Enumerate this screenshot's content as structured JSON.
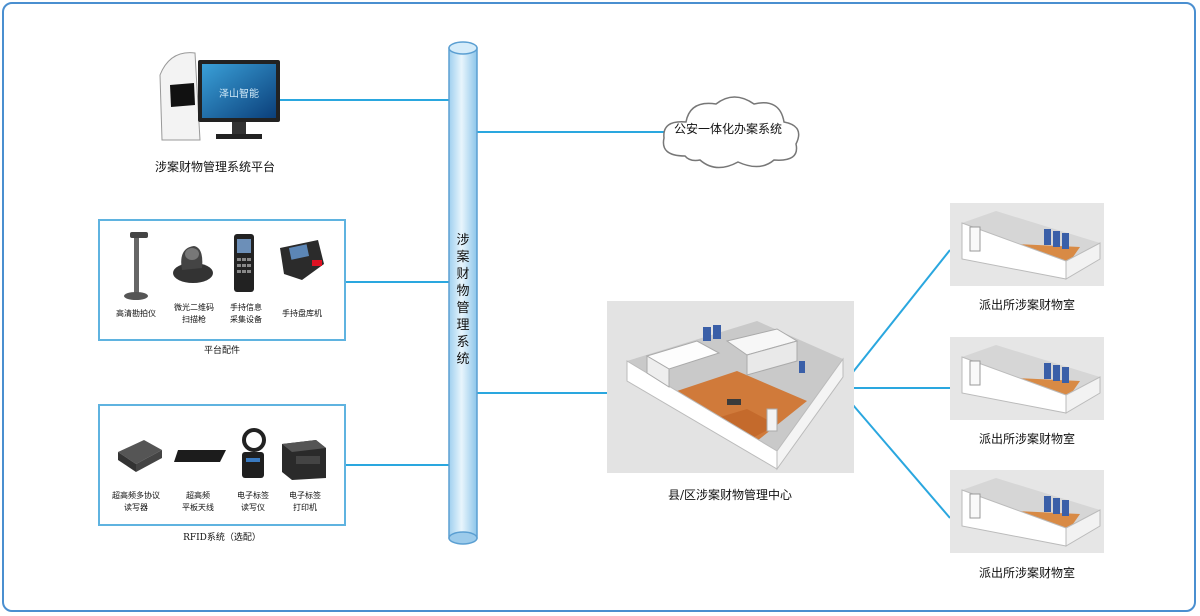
{
  "platform": {
    "label": "涉案财物管理系统平台",
    "screen_logo_text": "泽山智能"
  },
  "bus": {
    "label": "涉案财物管理系统"
  },
  "cloud": {
    "label": "公安一体化办案系统"
  },
  "accessories": {
    "title": "平台配件",
    "devices": [
      {
        "icon": "document-camera-icon",
        "label": "高清勘拍仪"
      },
      {
        "icon": "barcode-scanner-icon",
        "label": "微光二维码\n扫描枪"
      },
      {
        "icon": "handheld-terminal-icon",
        "label": "手持信息\n采集设备"
      },
      {
        "icon": "handheld-inventory-icon",
        "label": "手持盘库机"
      }
    ]
  },
  "rfid": {
    "title": "RFID系统（选配）",
    "devices": [
      {
        "icon": "rfid-reader-icon",
        "label": "超高频多协议\n读写器"
      },
      {
        "icon": "flat-antenna-icon",
        "label": "超高频\n平板天线"
      },
      {
        "icon": "tag-reader-icon",
        "label": "电子标签\n读写仪"
      },
      {
        "icon": "tag-printer-icon",
        "label": "电子标签\n打印机"
      }
    ]
  },
  "center": {
    "label": "县/区涉案财物管理中心"
  },
  "stations": [
    {
      "label": "派出所涉案财物室"
    },
    {
      "label": "派出所涉案财物室"
    },
    {
      "label": "派出所涉案财物室"
    }
  ]
}
